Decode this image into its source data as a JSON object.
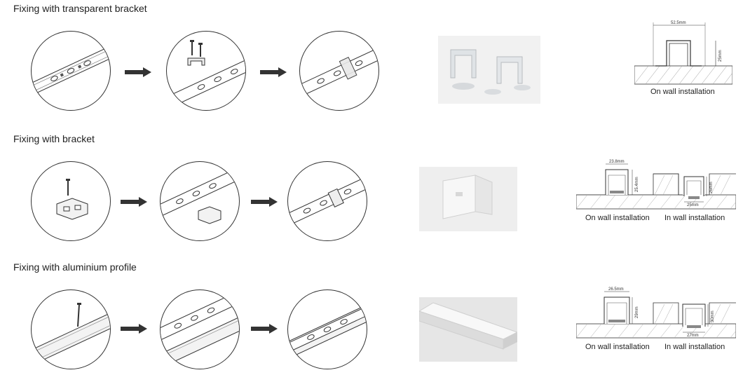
{
  "sections": [
    {
      "title": "Fixing with transparent bracket",
      "diagram": {
        "width_label": "52.5mm",
        "height_label": "25mm",
        "captions": [
          "On wall installation"
        ]
      }
    },
    {
      "title": "Fixing with bracket",
      "diagram": {
        "on_wall": {
          "width_label": "23.8mm",
          "height_label": "25.4mm"
        },
        "in_wall": {
          "width_label": "25mm",
          "height_label": "26mm"
        },
        "captions": [
          "On wall installation",
          "In wall installation"
        ]
      }
    },
    {
      "title": "Fixing with aluminium profile",
      "diagram": {
        "on_wall": {
          "width_label": "26.5mm",
          "height_label": "29mm"
        },
        "in_wall": {
          "width_label": "27mm",
          "height_label": "30mm"
        },
        "captions": [
          "On wall installation",
          "In wall installation"
        ]
      }
    }
  ],
  "icons": {
    "step_arrow": "right-arrow-icon"
  }
}
